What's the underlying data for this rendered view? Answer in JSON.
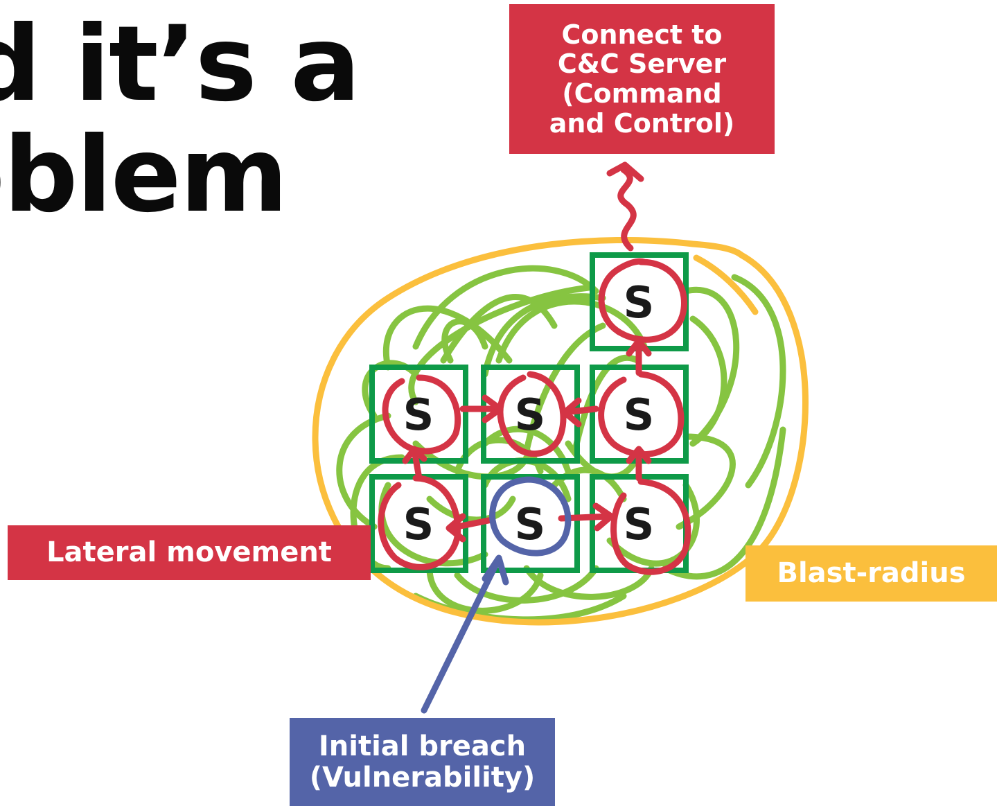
{
  "title": {
    "line1": "d it’s a",
    "line2": "oblem"
  },
  "labels": {
    "command_control": [
      "Connect to",
      "C&C Server",
      "(Command",
      "and Control)"
    ],
    "lateral_movement": "Lateral movement",
    "blast_radius": "Blast-radius",
    "initial_breach": [
      "Initial breach",
      "(Vulnerability)"
    ]
  },
  "services": [
    "S",
    "S",
    "S",
    "S",
    "S",
    "S",
    "S"
  ],
  "colors": {
    "attack_red": "#d43445",
    "blast_yellow": "#fbbf3d",
    "breach_blue": "#5464a8",
    "connection_green": "#86c441",
    "box_green": "#0e9a48"
  }
}
